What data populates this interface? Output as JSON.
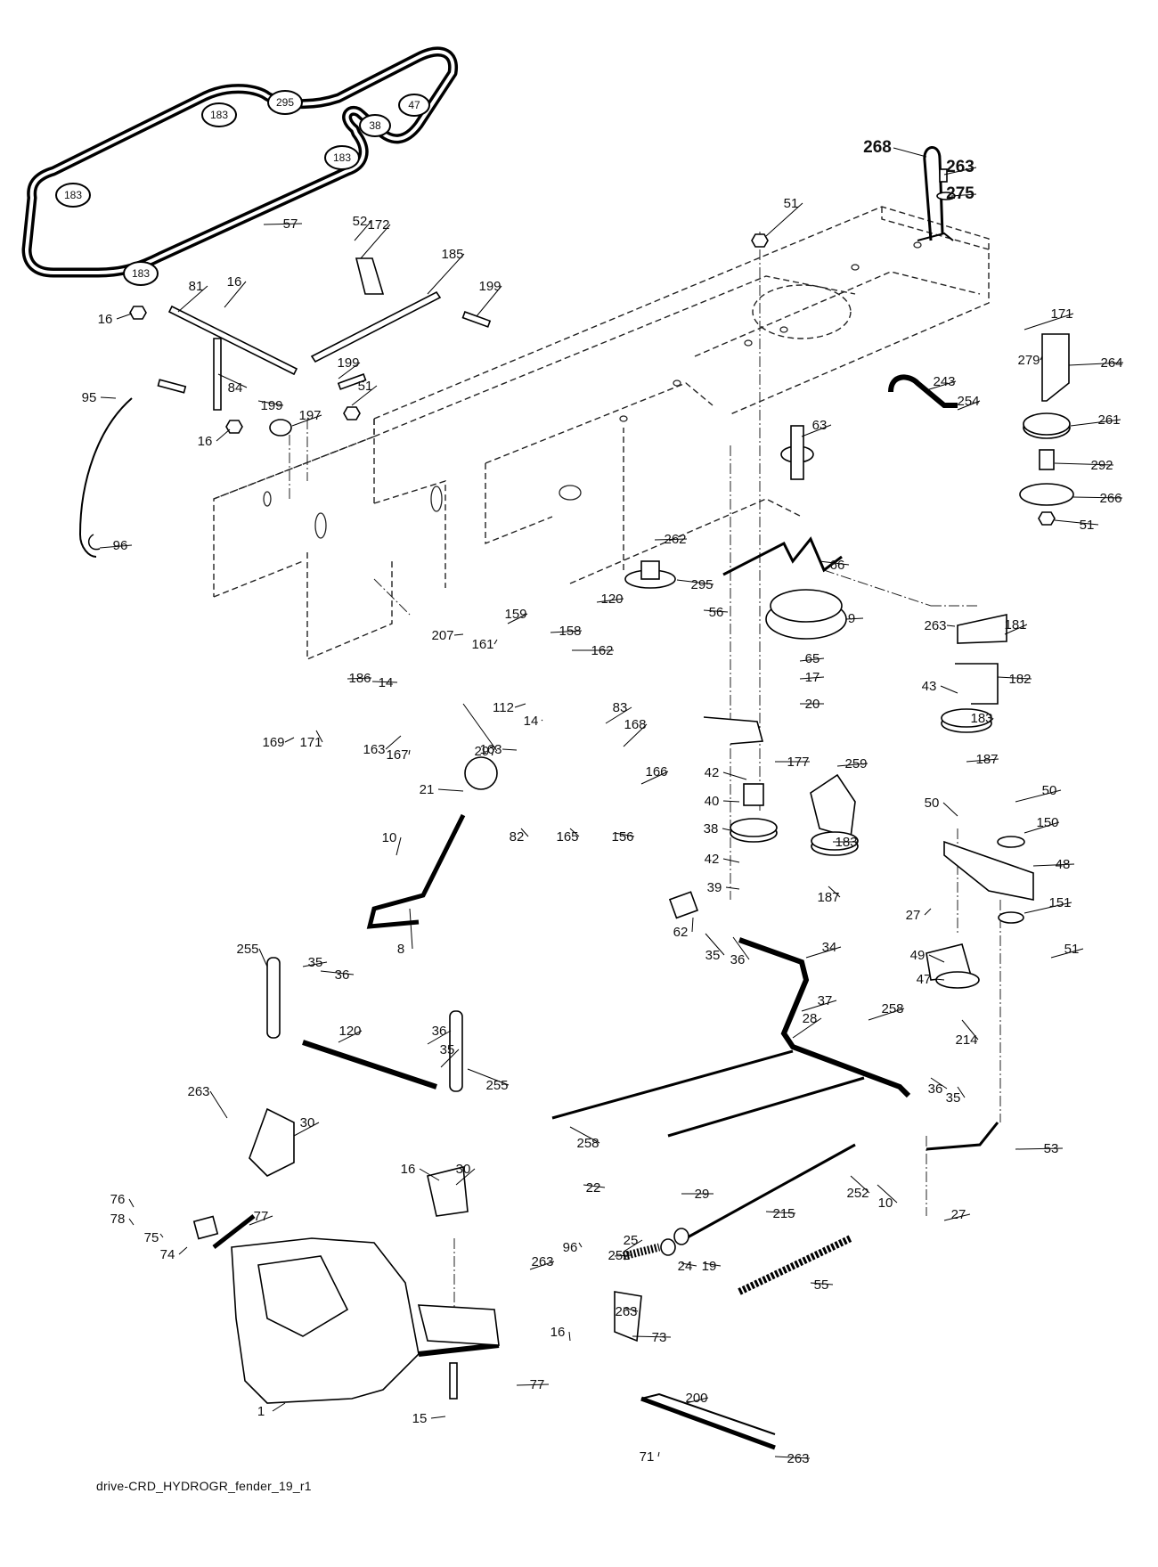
{
  "diagram": {
    "title": "",
    "filename": "drive-CRD_HYDROGR_fender_19_r1",
    "belt_pulley_labels": [
      "183",
      "295",
      "47",
      "38",
      "183",
      "183",
      "183"
    ],
    "part_labels": [
      "268",
      "263",
      "275",
      "51",
      "57",
      "52",
      "172",
      "185",
      "199",
      "16",
      "81",
      "16",
      "199",
      "51",
      "84",
      "199",
      "197",
      "16",
      "95",
      "96",
      "171",
      "279",
      "264",
      "243",
      "254",
      "63",
      "261",
      "292",
      "266",
      "51",
      "262",
      "66",
      "295",
      "120",
      "56",
      "9",
      "263",
      "181",
      "65",
      "17",
      "182",
      "43",
      "183",
      "20",
      "187",
      "161",
      "159",
      "158",
      "207",
      "162",
      "186",
      "14",
      "112",
      "14",
      "83",
      "163",
      "169",
      "171",
      "167",
      "297",
      "163",
      "177",
      "42",
      "259",
      "40",
      "168",
      "166",
      "21",
      "10",
      "82",
      "165",
      "156",
      "38",
      "183",
      "42",
      "187",
      "39",
      "8",
      "50",
      "50",
      "150",
      "48",
      "27",
      "151",
      "62",
      "35",
      "36",
      "34",
      "49",
      "51",
      "47",
      "255",
      "35",
      "36",
      "37",
      "258",
      "120",
      "214",
      "36",
      "35",
      "255",
      "36",
      "35",
      "28",
      "263",
      "30",
      "258",
      "53",
      "29",
      "22",
      "252",
      "10",
      "215",
      "16",
      "30",
      "27",
      "96",
      "25",
      "76",
      "77",
      "252",
      "78",
      "75",
      "263",
      "24",
      "19",
      "55",
      "74",
      "263",
      "73",
      "16",
      "77",
      "200",
      "1",
      "15",
      "71",
      "263"
    ]
  }
}
